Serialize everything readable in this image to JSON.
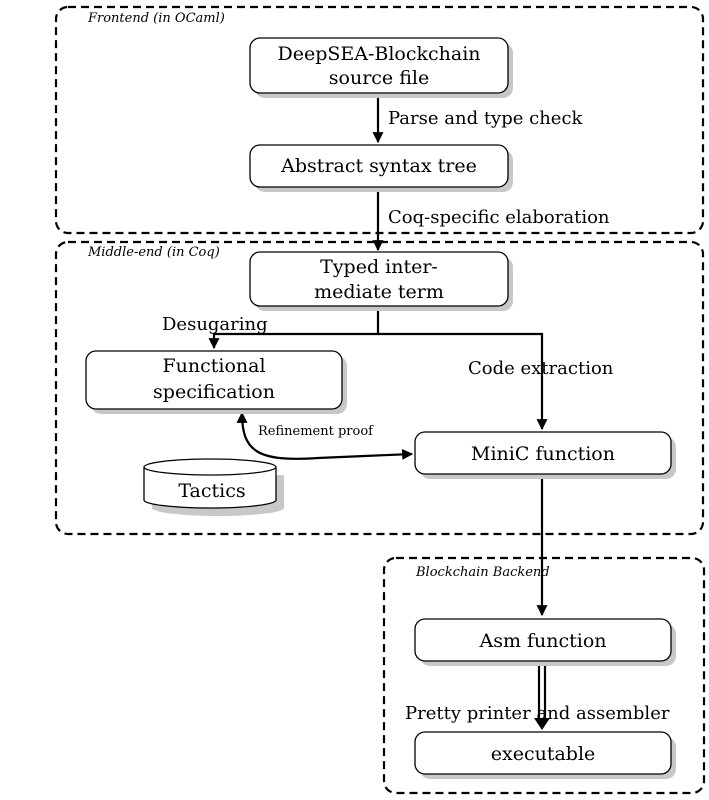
{
  "groups": {
    "frontend": "Frontend (in OCaml)",
    "middle": "Middle-end (in Coq)",
    "backend": "Blockchain Backend"
  },
  "nodes": {
    "source_line1": "DeepSEA-Blockchain",
    "source_line2": "source file",
    "ast": "Abstract syntax tree",
    "typed_line1": "Typed inter-",
    "typed_line2": "mediate term",
    "spec_line1": "Functional",
    "spec_line2": "specification",
    "minic": "MiniC function",
    "tactics": "Tactics",
    "asm": "Asm function",
    "exec": "executable"
  },
  "edges": {
    "parse": "Parse and type check",
    "coq_elab": "Coq-specific elaboration",
    "desugar": "Desugaring",
    "extraction": "Code extraction",
    "refinement": "Refinement proof",
    "pretty": "Pretty printer and assembler"
  }
}
